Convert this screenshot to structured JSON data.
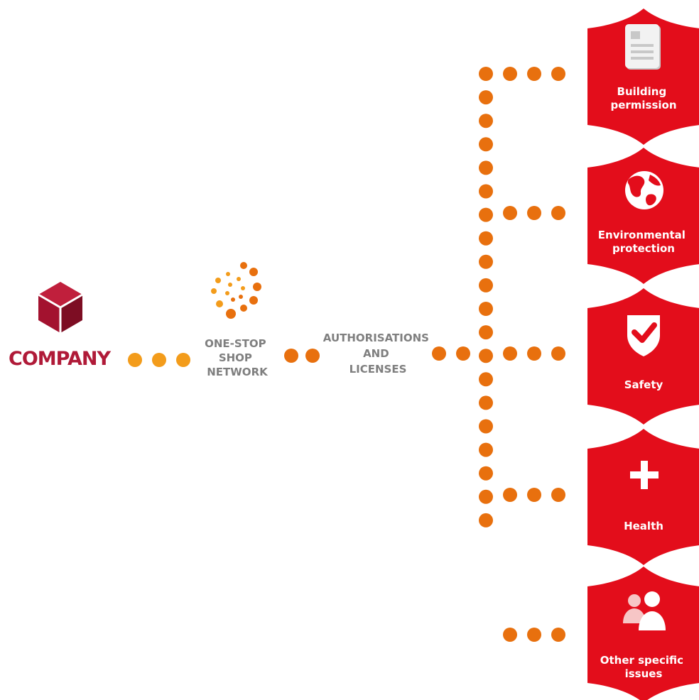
{
  "company": {
    "label": "COMPANY",
    "icon": "cube-icon",
    "colors": {
      "top": "#c01f3c",
      "left": "#a3122f",
      "right": "#7d0d23",
      "text": "#b01a38"
    }
  },
  "network": {
    "icon": "dots-swirl-icon",
    "lines": [
      "ONE-STOP",
      "SHOP",
      "NETWORK"
    ]
  },
  "authorisations": {
    "lines": [
      "AUTHORISATIONS",
      "AND",
      "LICENSES"
    ]
  },
  "colors": {
    "dot_light": "#f39c1b",
    "dot_dark": "#e8700e",
    "badge": "#e30d1b",
    "label_gray": "#7f7f7f",
    "white": "#ffffff"
  },
  "badges": [
    {
      "id": "building",
      "icon": "document-icon",
      "lines": [
        "Building",
        "permission"
      ]
    },
    {
      "id": "environment",
      "icon": "globe-icon",
      "lines": [
        "Environmental",
        "protection"
      ]
    },
    {
      "id": "safety",
      "icon": "shield-check-icon",
      "lines": [
        "Safety"
      ]
    },
    {
      "id": "health",
      "icon": "plus-icon",
      "lines": [
        "Health"
      ]
    },
    {
      "id": "other",
      "icon": "people-icon",
      "lines": [
        "Other specific",
        "issues"
      ]
    }
  ]
}
